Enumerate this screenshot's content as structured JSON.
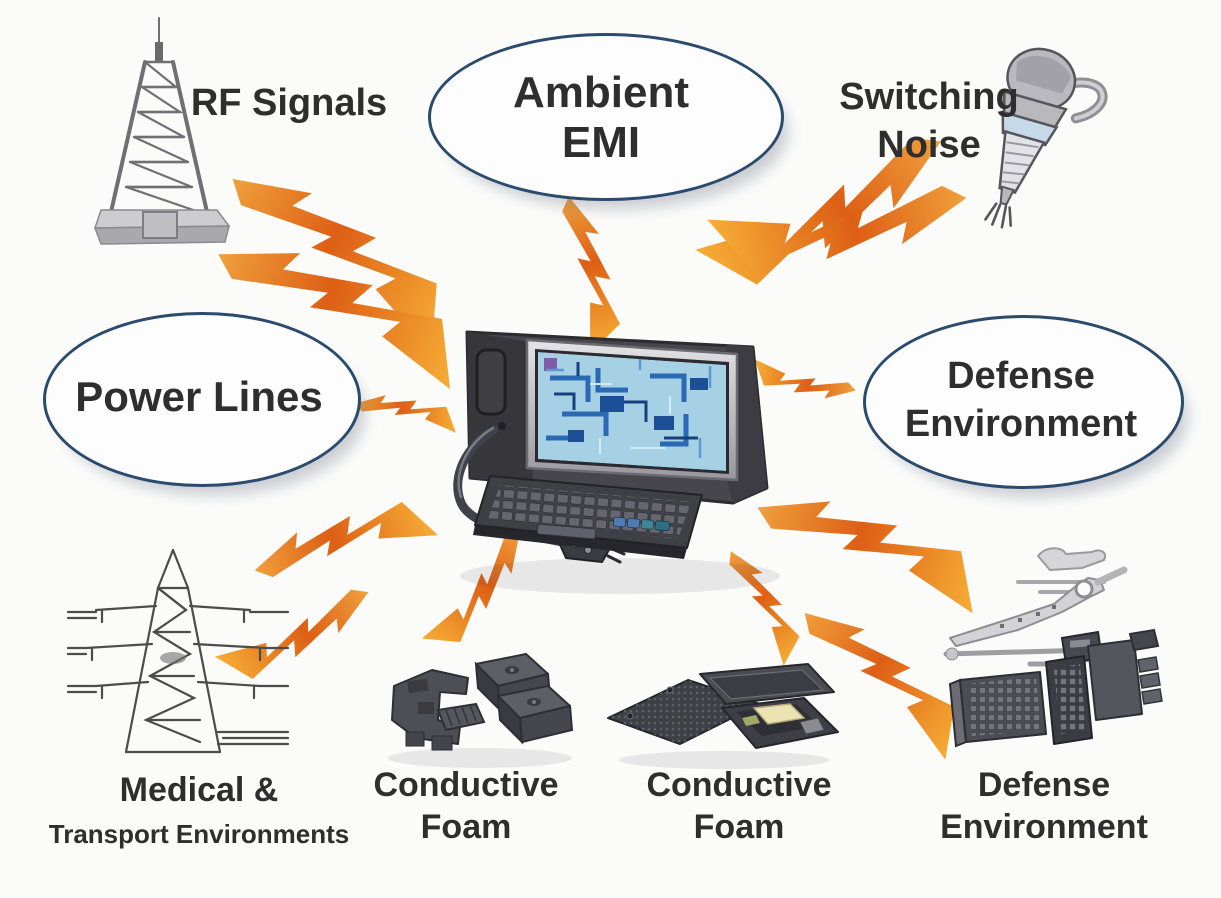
{
  "diagram": {
    "title_visible": false,
    "description": "EMI sources radiating lightning bolts at a central computer, with shielding applications labeled below",
    "background": "#fbfbfa"
  },
  "style": {
    "background": "#fbfbfa",
    "text_color": "#2e2e2e",
    "ellipse_stroke": "#2a4a6e",
    "bolt_gradient": [
      "#f0a03c",
      "#dd5f15",
      "#f6ad35"
    ]
  },
  "nodes": {
    "rf_signals": {
      "label": "RF Signals"
    },
    "ambient_emi": {
      "line1": "Ambient",
      "line2": "EMI"
    },
    "switching_noise": {
      "line1": "Switching",
      "line2": "Noise"
    },
    "power_lines": {
      "label": "Power Lines"
    },
    "defense_env_right": {
      "line1": "Defense",
      "line2": "Environment"
    },
    "medical_transport": {
      "line1": "Medical &",
      "line2": "Transport Environments"
    },
    "conductive_foam_left": {
      "line1": "Conductive",
      "line2": "Foam"
    },
    "conductive_foam_right": {
      "line1": "Conductive",
      "line2": "Foam"
    },
    "defense_env_bottom": {
      "line1": "Defense",
      "line2": "Environment"
    }
  },
  "icons": {
    "radio_tower": "lattice radio mast on gray base (RF Signals)",
    "switching_device": "gray motor/coil device tilted (Switching Noise)",
    "computer": "dark CRT computer with blue circuit-board screen, keyboard and cable plug",
    "transmission_pylon": "thin-line high-voltage pylon with wires (Medical & Transport)",
    "foam_blocks": "dark molded conductive foam blocks",
    "foam_sheets": "perforated conductive foam sheet and opened case with foam pad",
    "defense_equipment": "gray military lever mechanism and rugged electronic modules"
  },
  "lightning_bolt_count": 13
}
